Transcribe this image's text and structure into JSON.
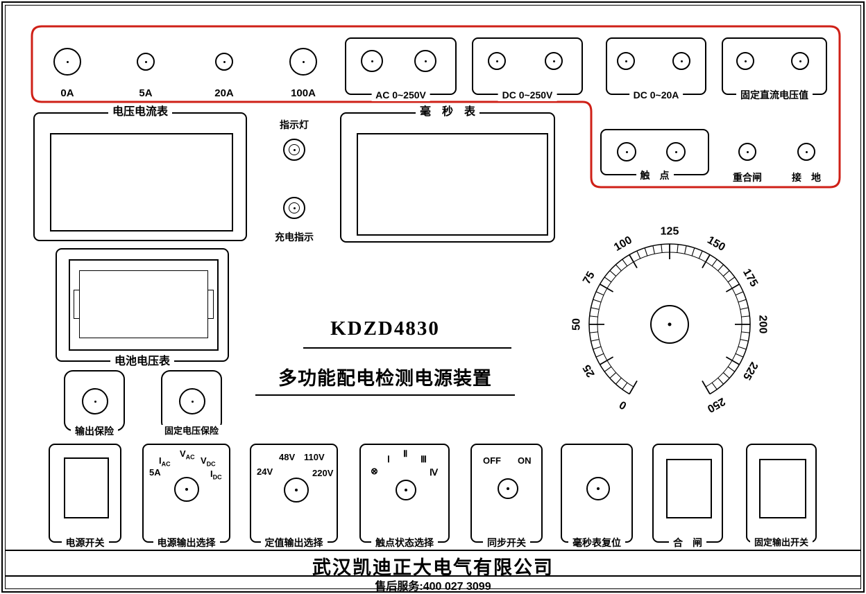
{
  "title_block": {
    "model": "KDZD4830",
    "name": "多功能配电检测电源装置"
  },
  "terminals": {
    "current_labels": [
      "0A",
      "5A",
      "20A",
      "100A"
    ],
    "groups": {
      "ac_voltage": "AC 0~250V",
      "dc_voltage": "DC 0~250V",
      "dc_current": "DC 0~20A",
      "fixed_dc_voltage": "固定直流电压值",
      "contact": "触　点"
    },
    "reclose": "重合闸",
    "ground": "接　地"
  },
  "displays": {
    "volt_ammeter": "电压电流表",
    "millisecond_meter": "毫　秒　表",
    "battery_voltmeter": "电池电压表"
  },
  "indicators": {
    "pilot_lamp": "指示灯",
    "charge": "充电指示"
  },
  "fuses": {
    "output": "输出保险",
    "fixed_voltage": "固定电压保险"
  },
  "dial": {
    "min": 0,
    "max": 250,
    "major_step": 25,
    "minor_step": 5,
    "start_angle": -150,
    "end_angle": 150,
    "labels": [
      "0",
      "25",
      "50",
      "75",
      "100",
      "125",
      "150",
      "175",
      "200",
      "225",
      "250"
    ]
  },
  "controls": {
    "power_switch": {
      "label": "电源开关"
    },
    "output_select": {
      "label": "电源输出选择",
      "positions": [
        {
          "main": "I",
          "sub": "AC"
        },
        {
          "main": "V",
          "sub": "AC"
        },
        {
          "main": "V",
          "sub": "DC"
        },
        {
          "main": "5A",
          "sub": ""
        },
        {
          "main": "I",
          "sub": "DC"
        }
      ]
    },
    "value_select": {
      "label": "定值输出选择",
      "positions": [
        {
          "main": "48V"
        },
        {
          "main": "110V"
        },
        {
          "main": "24V"
        },
        {
          "main": "220V"
        }
      ]
    },
    "contact_select": {
      "label": "触点状态选择",
      "positions": [
        {
          "main": "Ⅰ"
        },
        {
          "main": "Ⅱ"
        },
        {
          "main": "Ⅲ"
        },
        {
          "main": "⊗"
        },
        {
          "main": "Ⅳ"
        }
      ]
    },
    "sync_switch": {
      "label": "同步开关",
      "off": "OFF",
      "on": "ON"
    },
    "ms_reset": {
      "label": "毫秒表复位"
    },
    "close_switch": {
      "label": "合　闸"
    },
    "fixed_output_switch": {
      "label": "固定输出开关"
    }
  },
  "footer": {
    "company": "武汉凯迪正大电气有限公司",
    "service": "售后服务:400 027 3099"
  },
  "colors": {
    "accent_red": "#cf2017",
    "line_black": "#000000"
  }
}
